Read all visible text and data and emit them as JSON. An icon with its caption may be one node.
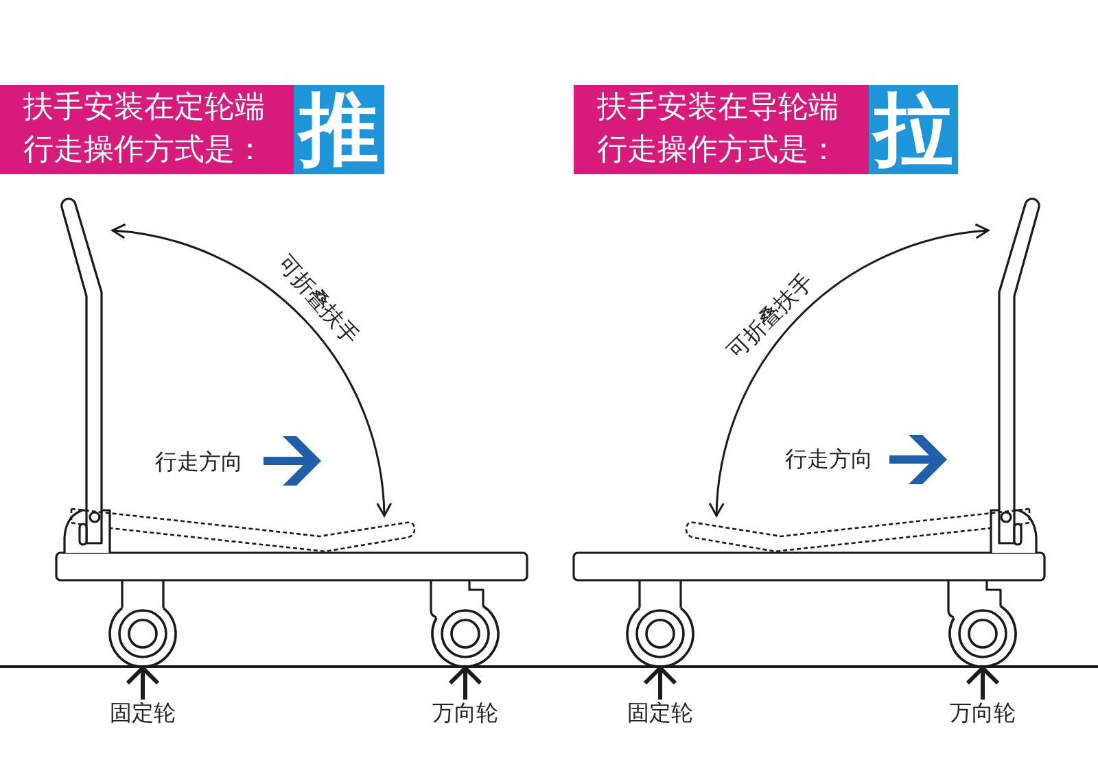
{
  "diagram": {
    "nodes": [
      {
        "text": [
          "扶手安装在定轮端行走操作方式是："
        ]
      },
      {
        "text": [
          "推"
        ]
      },
      {
        "text": [
          "扶手安装在导轮端行走操作方式是："
        ]
      },
      {
        "text": [
          "拉"
        ]
      },
      {
        "text": [],
        "shape": "circle"
      },
      {
        "text": [],
        "shape": "circle"
      },
      {
        "text": [],
        "shape": "circle"
      },
      {
        "text": [],
        "shape": "circle"
      },
      {
        "text": [
          "固定轮"
        ]
      },
      {
        "text": [
          "万向轮"
        ]
      },
      {
        "text": [
          "固定轮"
        ]
      },
      {
        "text": [
          "万向轮"
        ]
      }
    ],
    "edges": [
      {
        "from": 8,
        "to": 4,
        "arrow": "to"
      },
      {
        "from": 9,
        "to": 5,
        "arrow": "to"
      },
      {
        "from": 10,
        "to": 6,
        "arrow": "to"
      },
      {
        "from": 11,
        "to": 7,
        "arrow": "to"
      }
    ],
    "labels": [
      "可折叠扶手",
      "可折叠扶手",
      "行走方向",
      "行走方向"
    ]
  }
}
